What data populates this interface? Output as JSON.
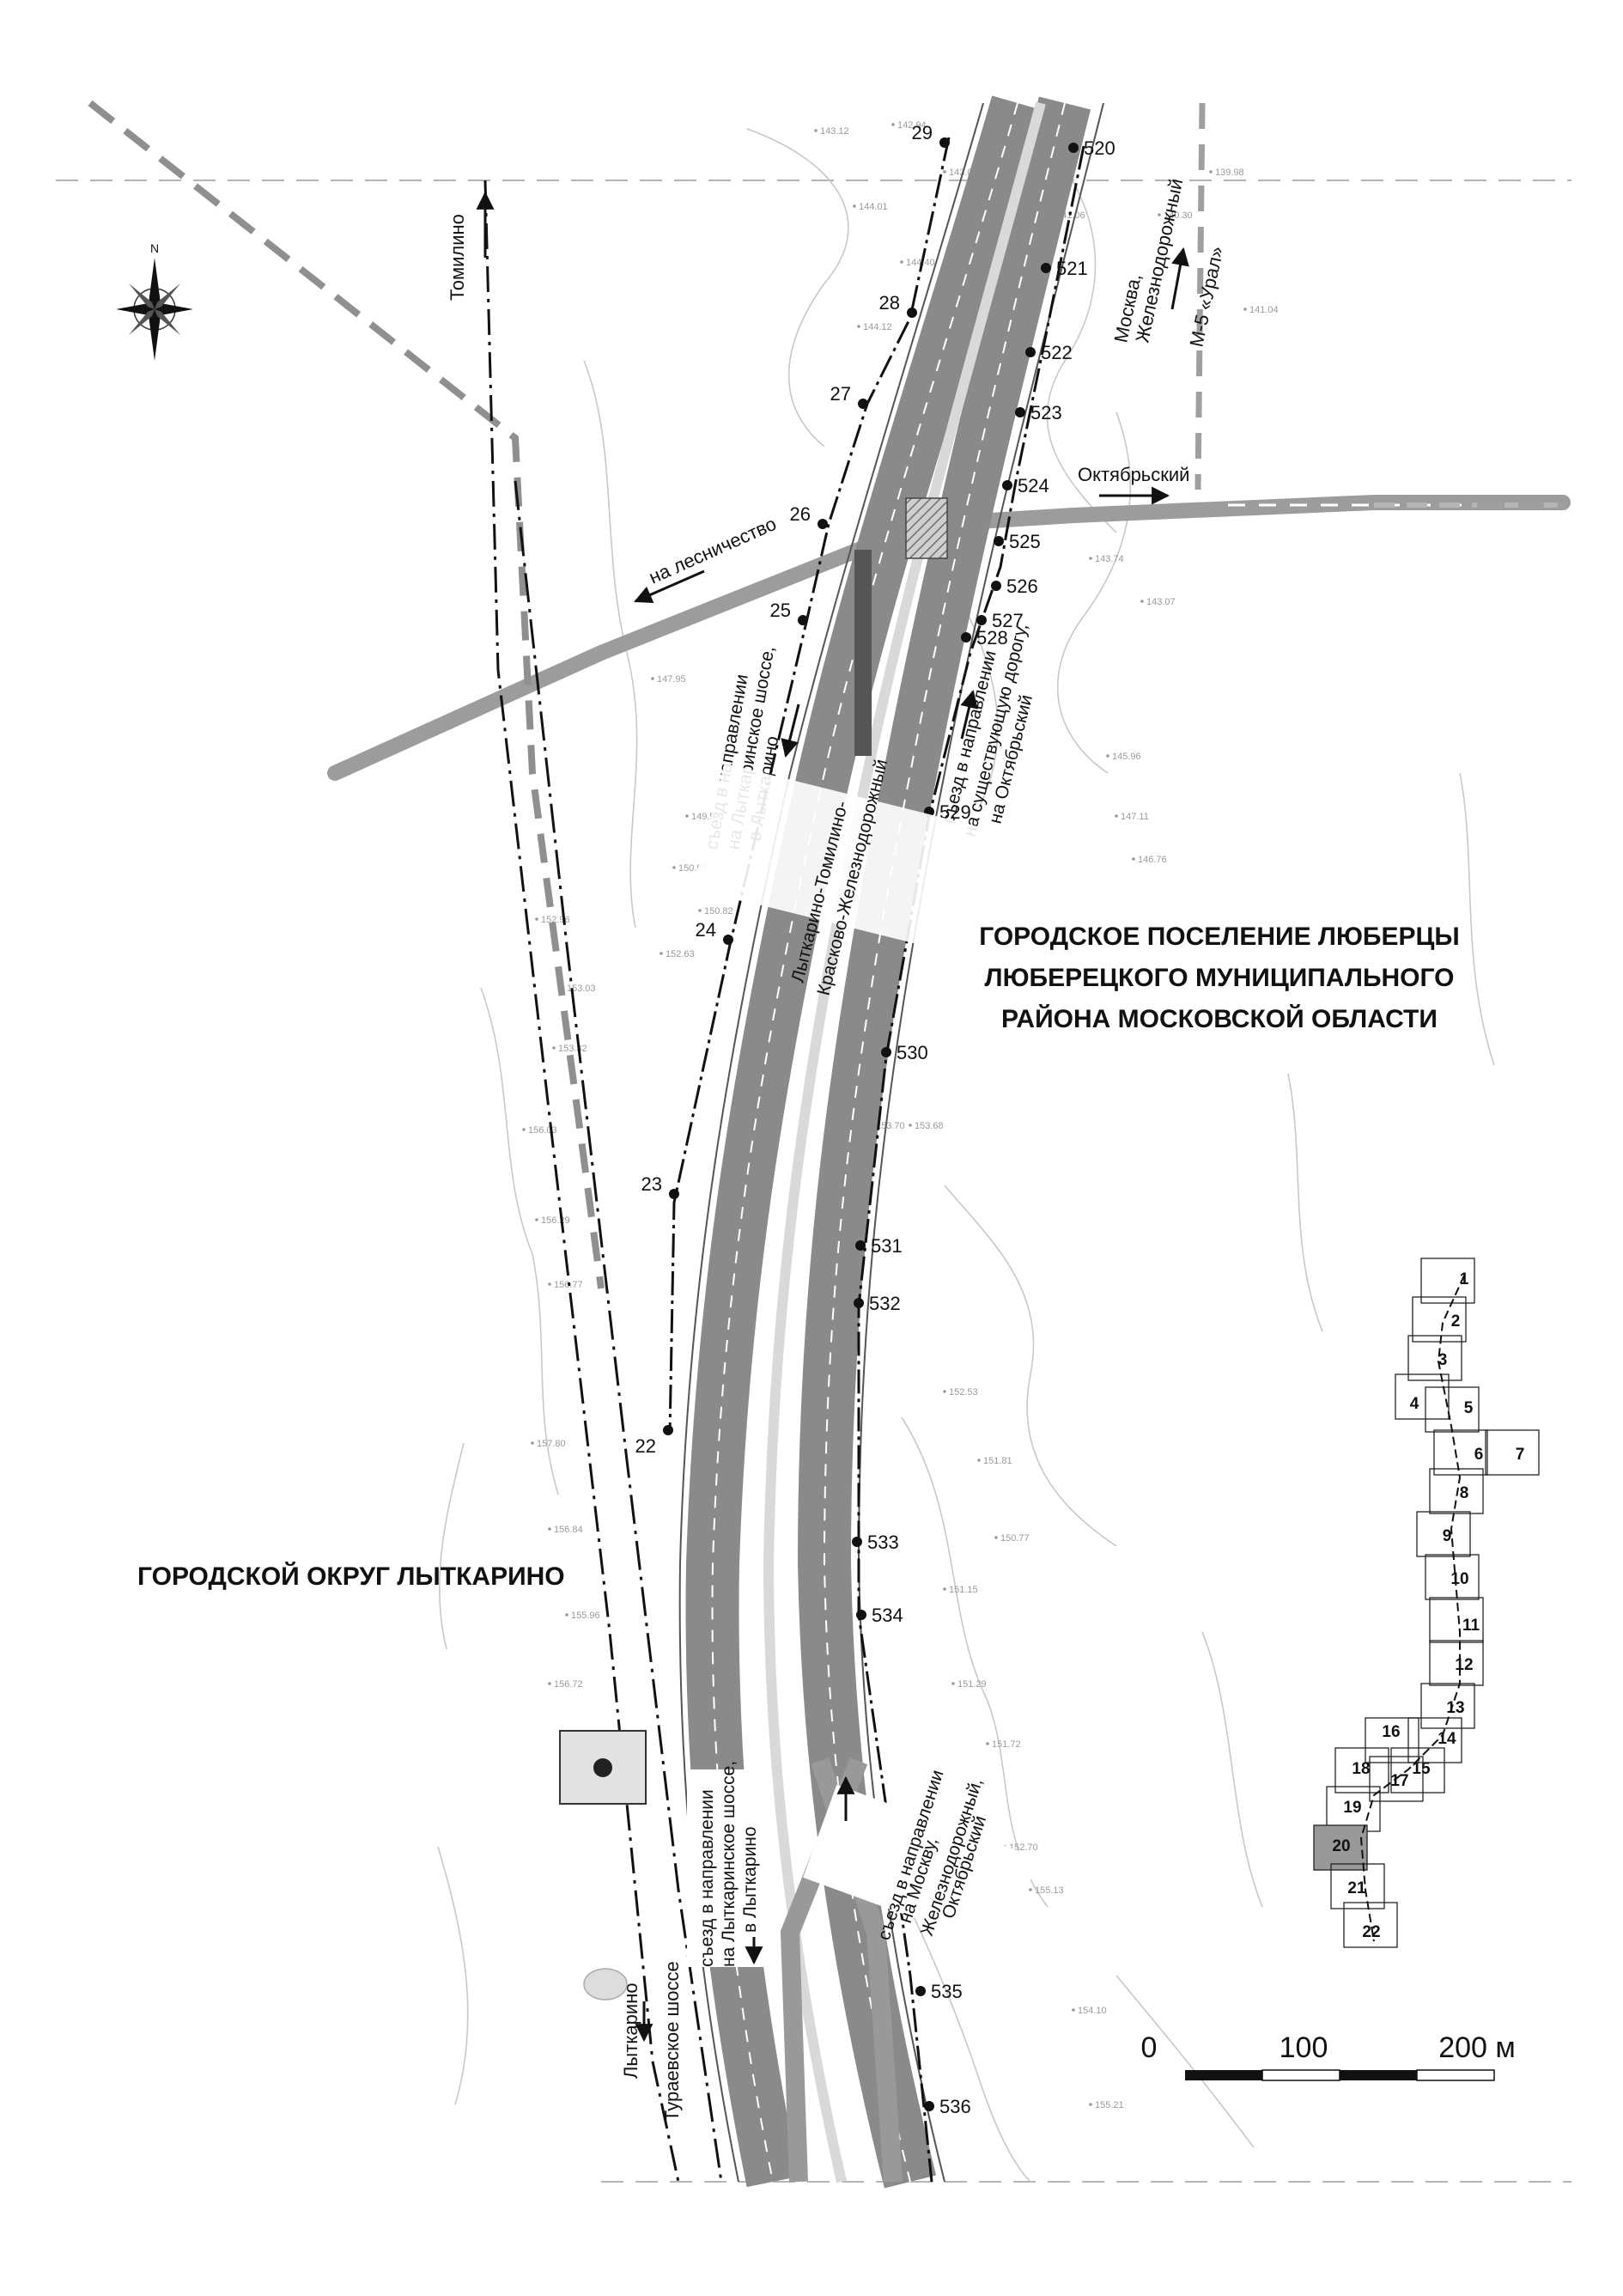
{
  "map": {
    "regions": {
      "east_line1": "ГОРОДСКОЕ ПОСЕЛЕНИЕ ЛЮБЕРЦЫ",
      "east_line2": "ЛЮБЕРЕЦКОГО МУНИЦИПАЛЬНОГО",
      "east_line3": "РАЙОНА МОСКОВСКОЙ ОБЛАСТИ",
      "west": "ГОРОДСКОЙ ОКРУГ ЛЫТКАРИНО"
    },
    "direction_labels": {
      "tomilino": "Томилино",
      "moscow_line1": "Москва,",
      "moscow_line2": "Железнодорожный",
      "moscow_line3": "М-5 «Урал»",
      "oktyabrsky": "Октябрьский",
      "leshnichestvo": "на лесничество",
      "exit_lytkarino_a_1": "съезд в направлении",
      "exit_lytkarino_a_2": "на Лыткаринское шоссе,",
      "exit_lytkarino_a_3": "в Лыткарино",
      "exit_oktyabrsky_1": "съезд в направлении",
      "exit_oktyabrsky_2": "на существующую дорогу,",
      "exit_oktyabrsky_3": "на Октябрьский",
      "road_name_1": "Лыткарино-Томилино-",
      "road_name_2": "Красково-Железнодорожный",
      "exit_lytkarino_b_1": "съезд в направлении",
      "exit_lytkarino_b_2": "на Лыткаринское шоссе,",
      "exit_lytkarino_b_3": "в Лыткарино",
      "exit_moscow_1": "съезд в направлении",
      "exit_moscow_2": "на Москву,",
      "exit_moscow_3": "Железнодорожный,",
      "exit_moscow_4": "Октябрьский",
      "lytkarino": "Лыткарино",
      "turaevskoe": "Тураевское шоссе"
    },
    "compass_n": "N",
    "west_points": [
      "29",
      "28",
      "27",
      "26",
      "25",
      "24",
      "23",
      "22"
    ],
    "east_points": [
      "520",
      "521",
      "522",
      "523",
      "524",
      "525",
      "526",
      "527",
      "528",
      "529",
      "530",
      "531",
      "532",
      "533",
      "534",
      "535",
      "536"
    ],
    "scale": {
      "zero": "0",
      "mid": "100",
      "end": "200 м"
    },
    "sheet_index": [
      "1",
      "2",
      "3",
      "4",
      "5",
      "6",
      "7",
      "8",
      "9",
      "10",
      "11",
      "12",
      "13",
      "14",
      "15",
      "16",
      "17",
      "18",
      "19",
      "20",
      "21",
      "22"
    ],
    "sheet_index_current": "20",
    "elevations": [
      "143.12",
      "142.94",
      "143.06",
      "144.01",
      "144.40",
      "144.12",
      "141.06",
      "140.30",
      "139.98",
      "141.04",
      "143.74",
      "143.07",
      "147.95",
      "149.50",
      "150.97",
      "150.82",
      "152.96",
      "152.63",
      "153.03",
      "153.32",
      "156.03",
      "156.29",
      "156.77",
      "157.80",
      "156.84",
      "155.96",
      "156.72",
      "153.70",
      "153.68",
      "152.53",
      "151.81",
      "150.77",
      "151.15",
      "151.29",
      "151.72",
      "152.70",
      "155.13",
      "154.10",
      "155.21",
      "145.96",
      "147.11",
      "146.76"
    ]
  }
}
